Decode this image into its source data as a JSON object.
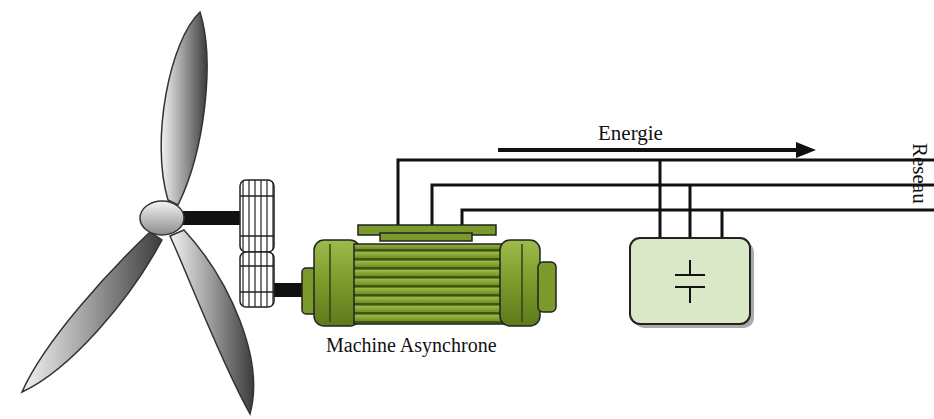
{
  "diagram": {
    "labels": [
      "Energie",
      "Reseau",
      "Machine Asynchrone"
    ]
  }
}
